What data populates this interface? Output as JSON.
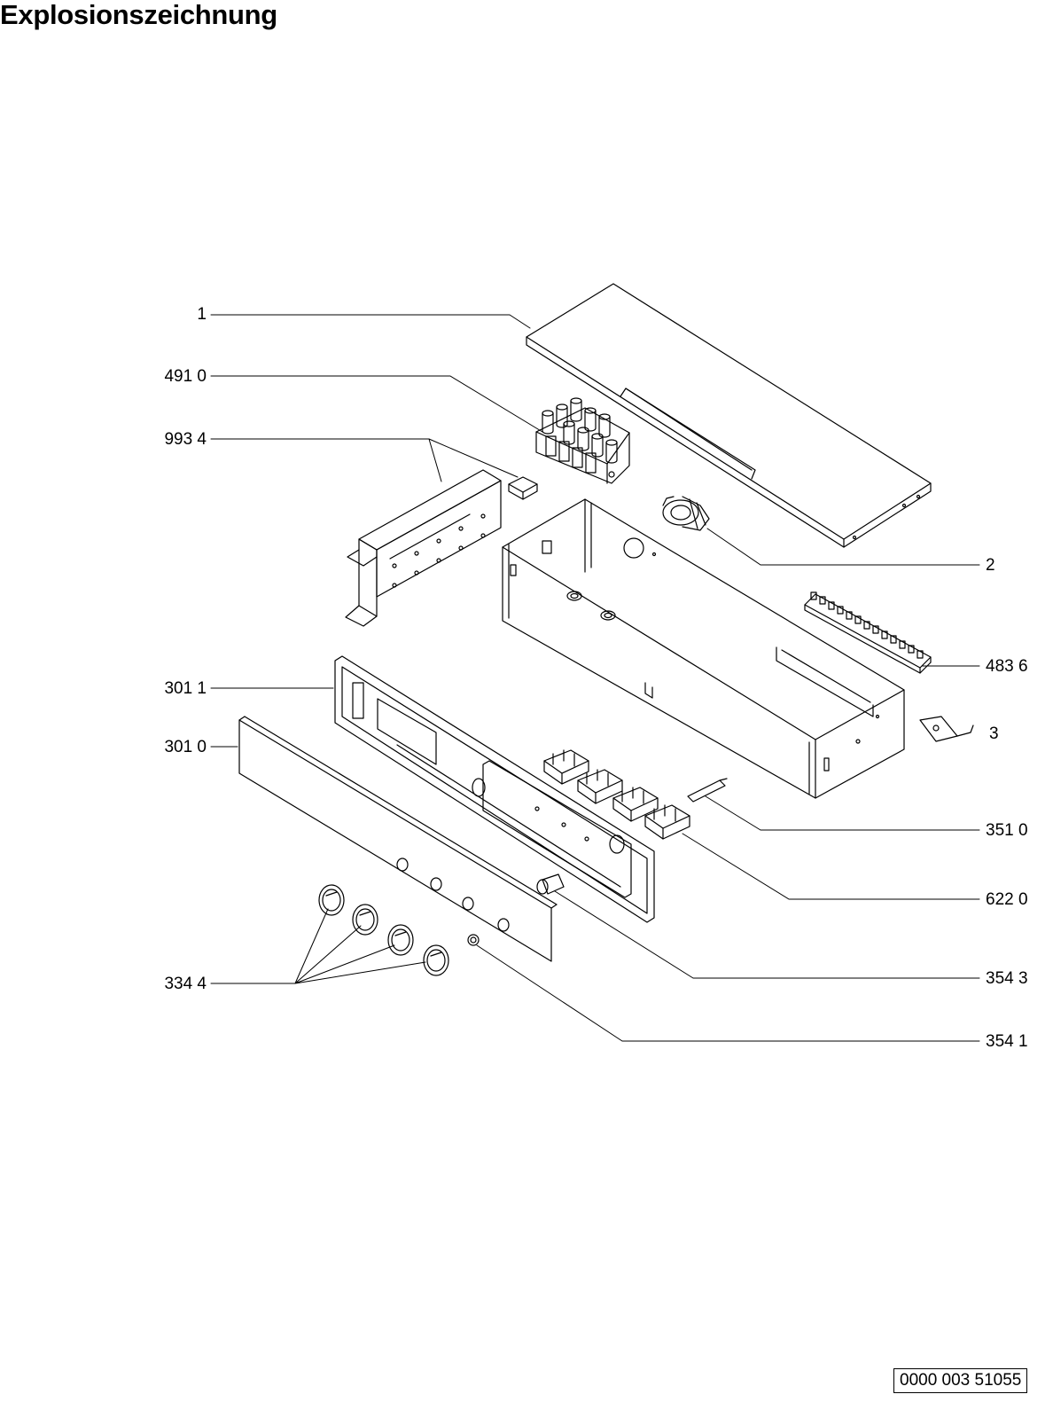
{
  "title": "Explosionszeichnung",
  "document_number": "0000 003 51055",
  "part_labels": {
    "p1": "1",
    "p4910": "491 0",
    "p9934": "993 4",
    "p2": "2",
    "p4836": "483 6",
    "p3011": "301 1",
    "p3": "3",
    "p3010": "301 0",
    "p3510": "351 0",
    "p6220": "622 0",
    "p3344": "334 4",
    "p3543": "354 3",
    "p3541": "354 1"
  }
}
